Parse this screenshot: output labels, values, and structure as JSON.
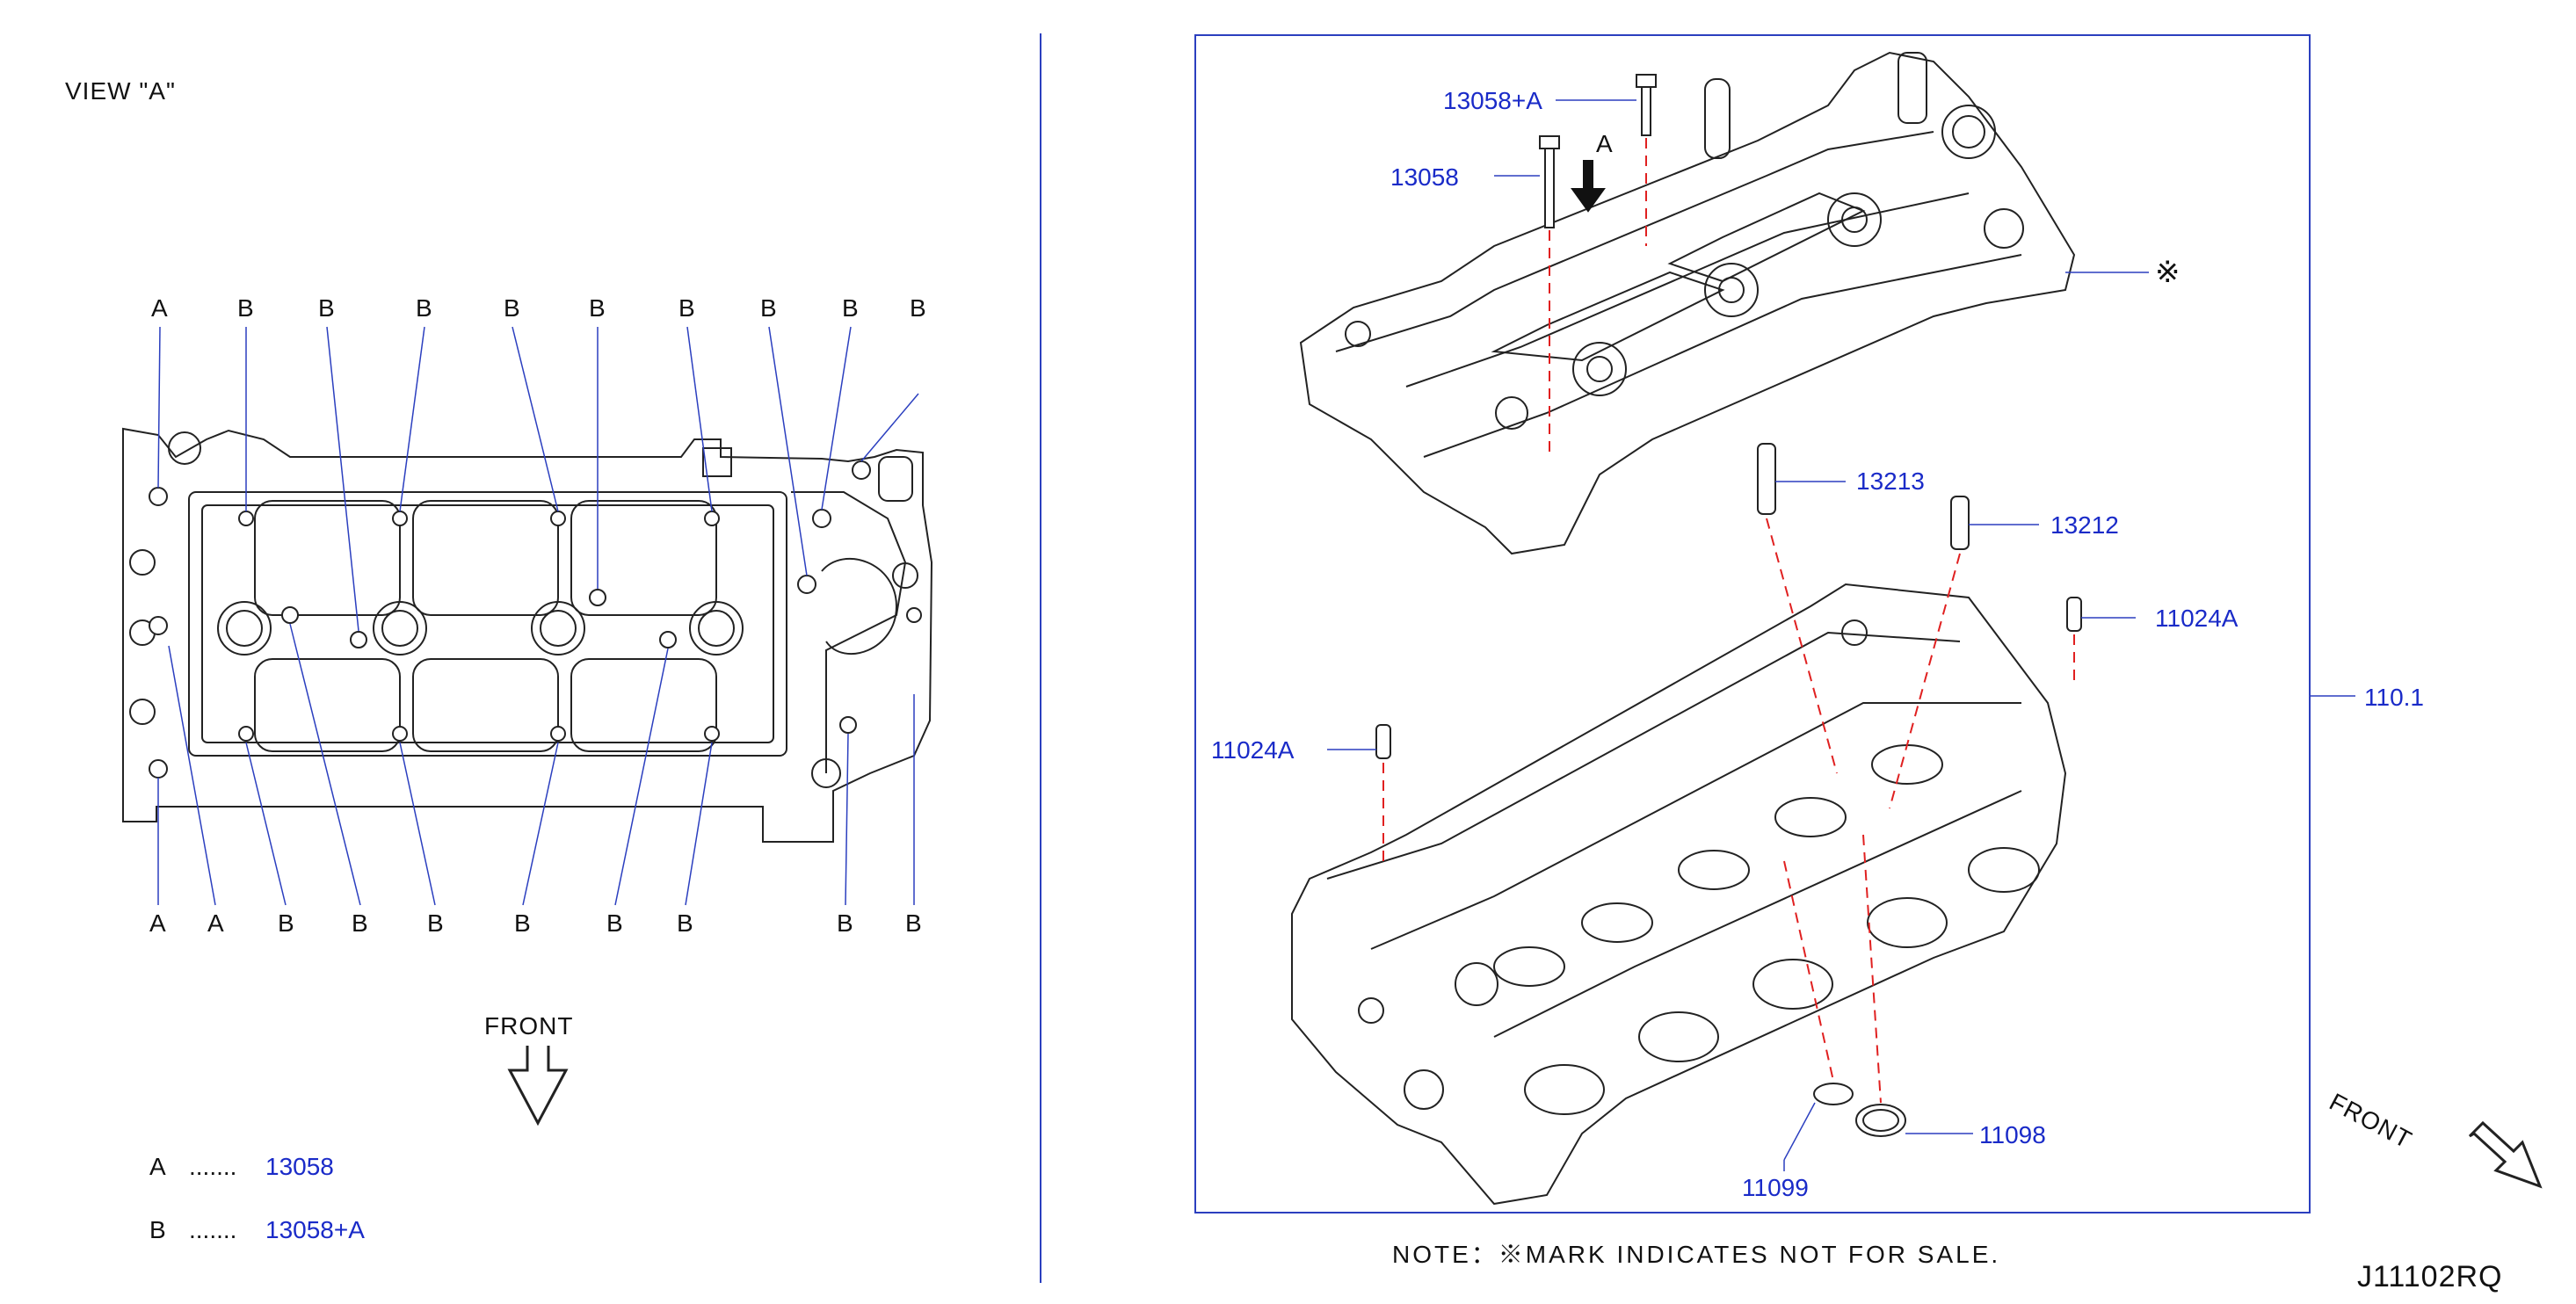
{
  "view_title": "VIEW  \"A\"",
  "top_labels": [
    "A",
    "B",
    "B",
    "B",
    "B",
    "B",
    "B",
    "B",
    "B",
    "B"
  ],
  "bottom_labels": [
    "A",
    "A",
    "B",
    "B",
    "B",
    "B",
    "B",
    "B",
    "B",
    "B"
  ],
  "front_left": "FRONT",
  "legend": [
    {
      "key": "A",
      "dots": ".......",
      "part": "13058"
    },
    {
      "key": "B",
      "dots": ".......",
      "part": "13058+A"
    }
  ],
  "arrow_label": "A",
  "parts": {
    "p13058A": "13058+A",
    "p13058": "13058",
    "p13213": "13213",
    "p13212": "13212",
    "p11024A_right": "11024A",
    "p11024A_left": "11024A",
    "p11098": "11098",
    "p11099": "11099",
    "p11041": "110.1"
  },
  "not_for_sale_mark": "※",
  "note": "NOTE：※MARK   INDICATES   NOT   FOR   SALE.",
  "front_right": "FRONT",
  "diagram_code": "J11102RQ",
  "colors": {
    "part_number": "#1a2bc8",
    "frame": "#2b3fbf",
    "dashed": "#e02020"
  }
}
